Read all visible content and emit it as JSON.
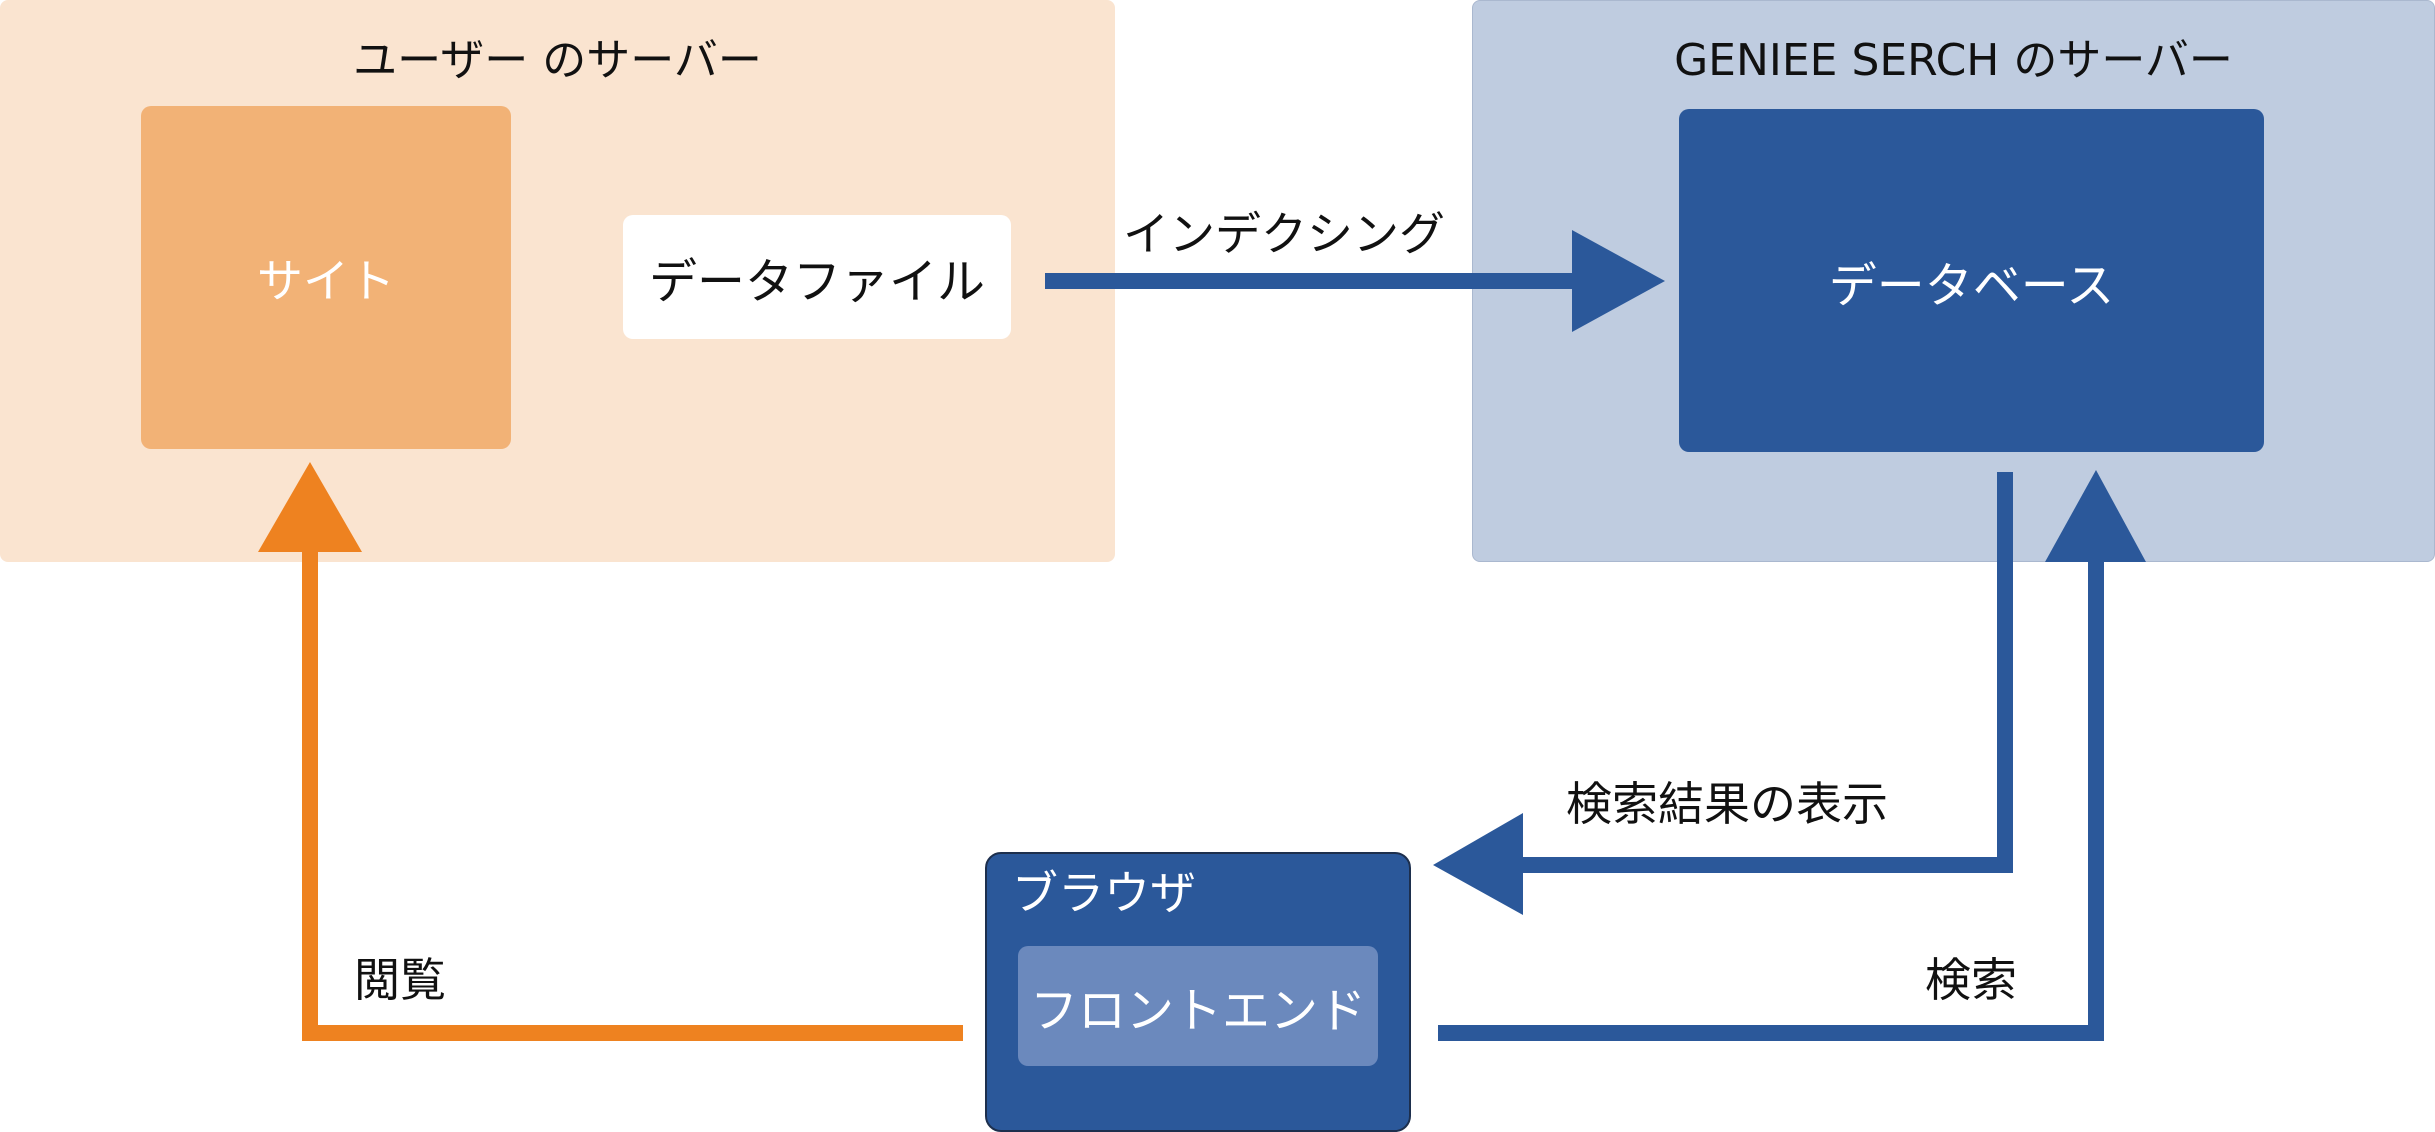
{
  "regions": {
    "user_server": "ユーザー のサーバー",
    "geniee_server": "GENIEE SERCH のサーバー"
  },
  "nodes": {
    "site": "サイト",
    "data_file": "データファイル",
    "database": "データベース",
    "browser": "ブラウザ",
    "frontend": "フロントエンド"
  },
  "edges": {
    "indexing": "インデクシング",
    "search_results": "検索結果の表示",
    "search": "検索",
    "browse": "閲覧"
  },
  "colors": {
    "user_region": "#fae4d0",
    "site_box": "#f2b276",
    "geniee_region": "#bfcce0",
    "database": "#2b589a",
    "frontend": "#6b89bd",
    "blue_arrow": "#2b589a",
    "orange_arrow": "#ee8220"
  }
}
